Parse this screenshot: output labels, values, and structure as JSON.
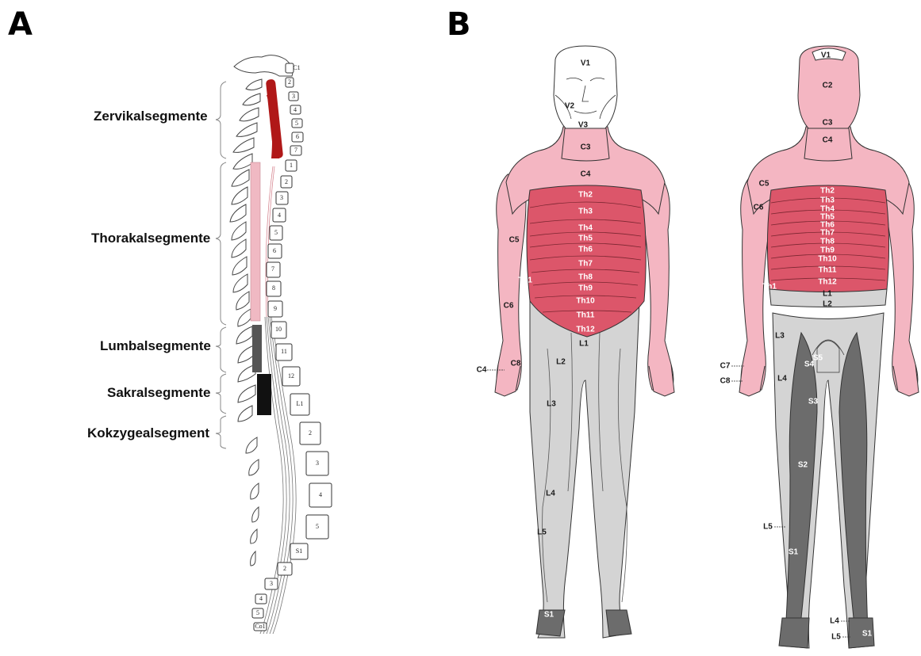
{
  "panels": {
    "a": "A",
    "b": "B"
  },
  "spine": {
    "segments": [
      "Zervikalsegmente",
      "Thorakalsegmente",
      "Lumbalsegmente",
      "Sakralsegmente",
      "Kokzygealsegment"
    ],
    "vertebra_numbers": {
      "cervical": [
        "C1",
        "2",
        "3",
        "4",
        "5",
        "6",
        "7"
      ],
      "thoracic": [
        "1",
        "2",
        "3",
        "4",
        "5",
        "6",
        "7",
        "8",
        "9",
        "10",
        "11",
        "12"
      ],
      "lumbar": [
        "L1",
        "2",
        "3",
        "4",
        "5"
      ],
      "sacral": [
        "S1",
        "2",
        "3",
        "4",
        "5"
      ],
      "coccygeal": "Co1"
    },
    "colors": {
      "cervical": "#b01818",
      "thoracic": "#f0b9c3",
      "lumbar": "#555555",
      "sacral": "#111111"
    }
  },
  "colors": {
    "pink": "#f4b6c2",
    "red": "#dc566a",
    "light_gray": "#d4d4d4",
    "dark_gray": "#6c6c6c",
    "face": "#ffffff"
  },
  "front": {
    "labels": [
      "V1",
      "V2",
      "V3",
      "C3",
      "C4",
      "Th2",
      "Th3",
      "Th4",
      "Th5",
      "Th6",
      "Th7",
      "Th8",
      "Th9",
      "Th10",
      "Th11",
      "Th12",
      "C5",
      "Th1",
      "C6",
      "C4",
      "C8",
      "L1",
      "L2",
      "L3",
      "L4",
      "L5",
      "S1"
    ]
  },
  "back": {
    "labels": [
      "V1",
      "C2",
      "C3",
      "C4",
      "C5",
      "C6",
      "Th2",
      "Th3",
      "Th4",
      "Th5",
      "Th6",
      "Th7",
      "Th8",
      "Th9",
      "Th10",
      "Th11",
      "Th12",
      "Th1",
      "L1",
      "L2",
      "L3",
      "C7",
      "C8",
      "S4",
      "S5",
      "L4",
      "S3",
      "S2",
      "L5",
      "S1",
      "L4",
      "L5",
      "S1"
    ]
  }
}
